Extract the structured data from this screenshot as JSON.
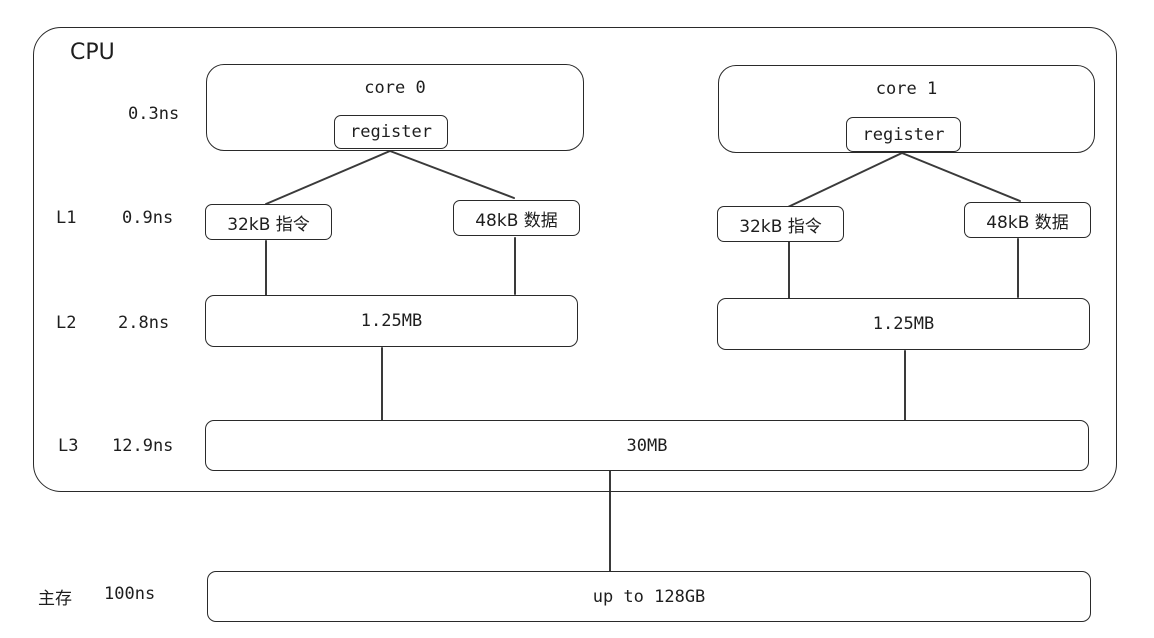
{
  "cpu": {
    "title": "CPU",
    "cores": [
      {
        "name": "core 0",
        "register": "register",
        "l1_instruction": "32kB 指令",
        "l1_data": "48kB 数据",
        "l2": "1.25MB"
      },
      {
        "name": "core 1",
        "register": "register",
        "l1_instruction": "32kB 指令",
        "l1_data": "48kB 数据",
        "l2": "1.25MB"
      }
    ],
    "l3": "30MB"
  },
  "main_memory": {
    "label": "主存",
    "latency": "100ns",
    "capacity": "up to 128GB"
  },
  "levels": {
    "register": {
      "label": "",
      "latency": "0.3ns"
    },
    "l1": {
      "label": "L1",
      "latency": "0.9ns"
    },
    "l2": {
      "label": "L2",
      "latency": "2.8ns"
    },
    "l3": {
      "label": "L3",
      "latency": "12.9ns"
    }
  }
}
